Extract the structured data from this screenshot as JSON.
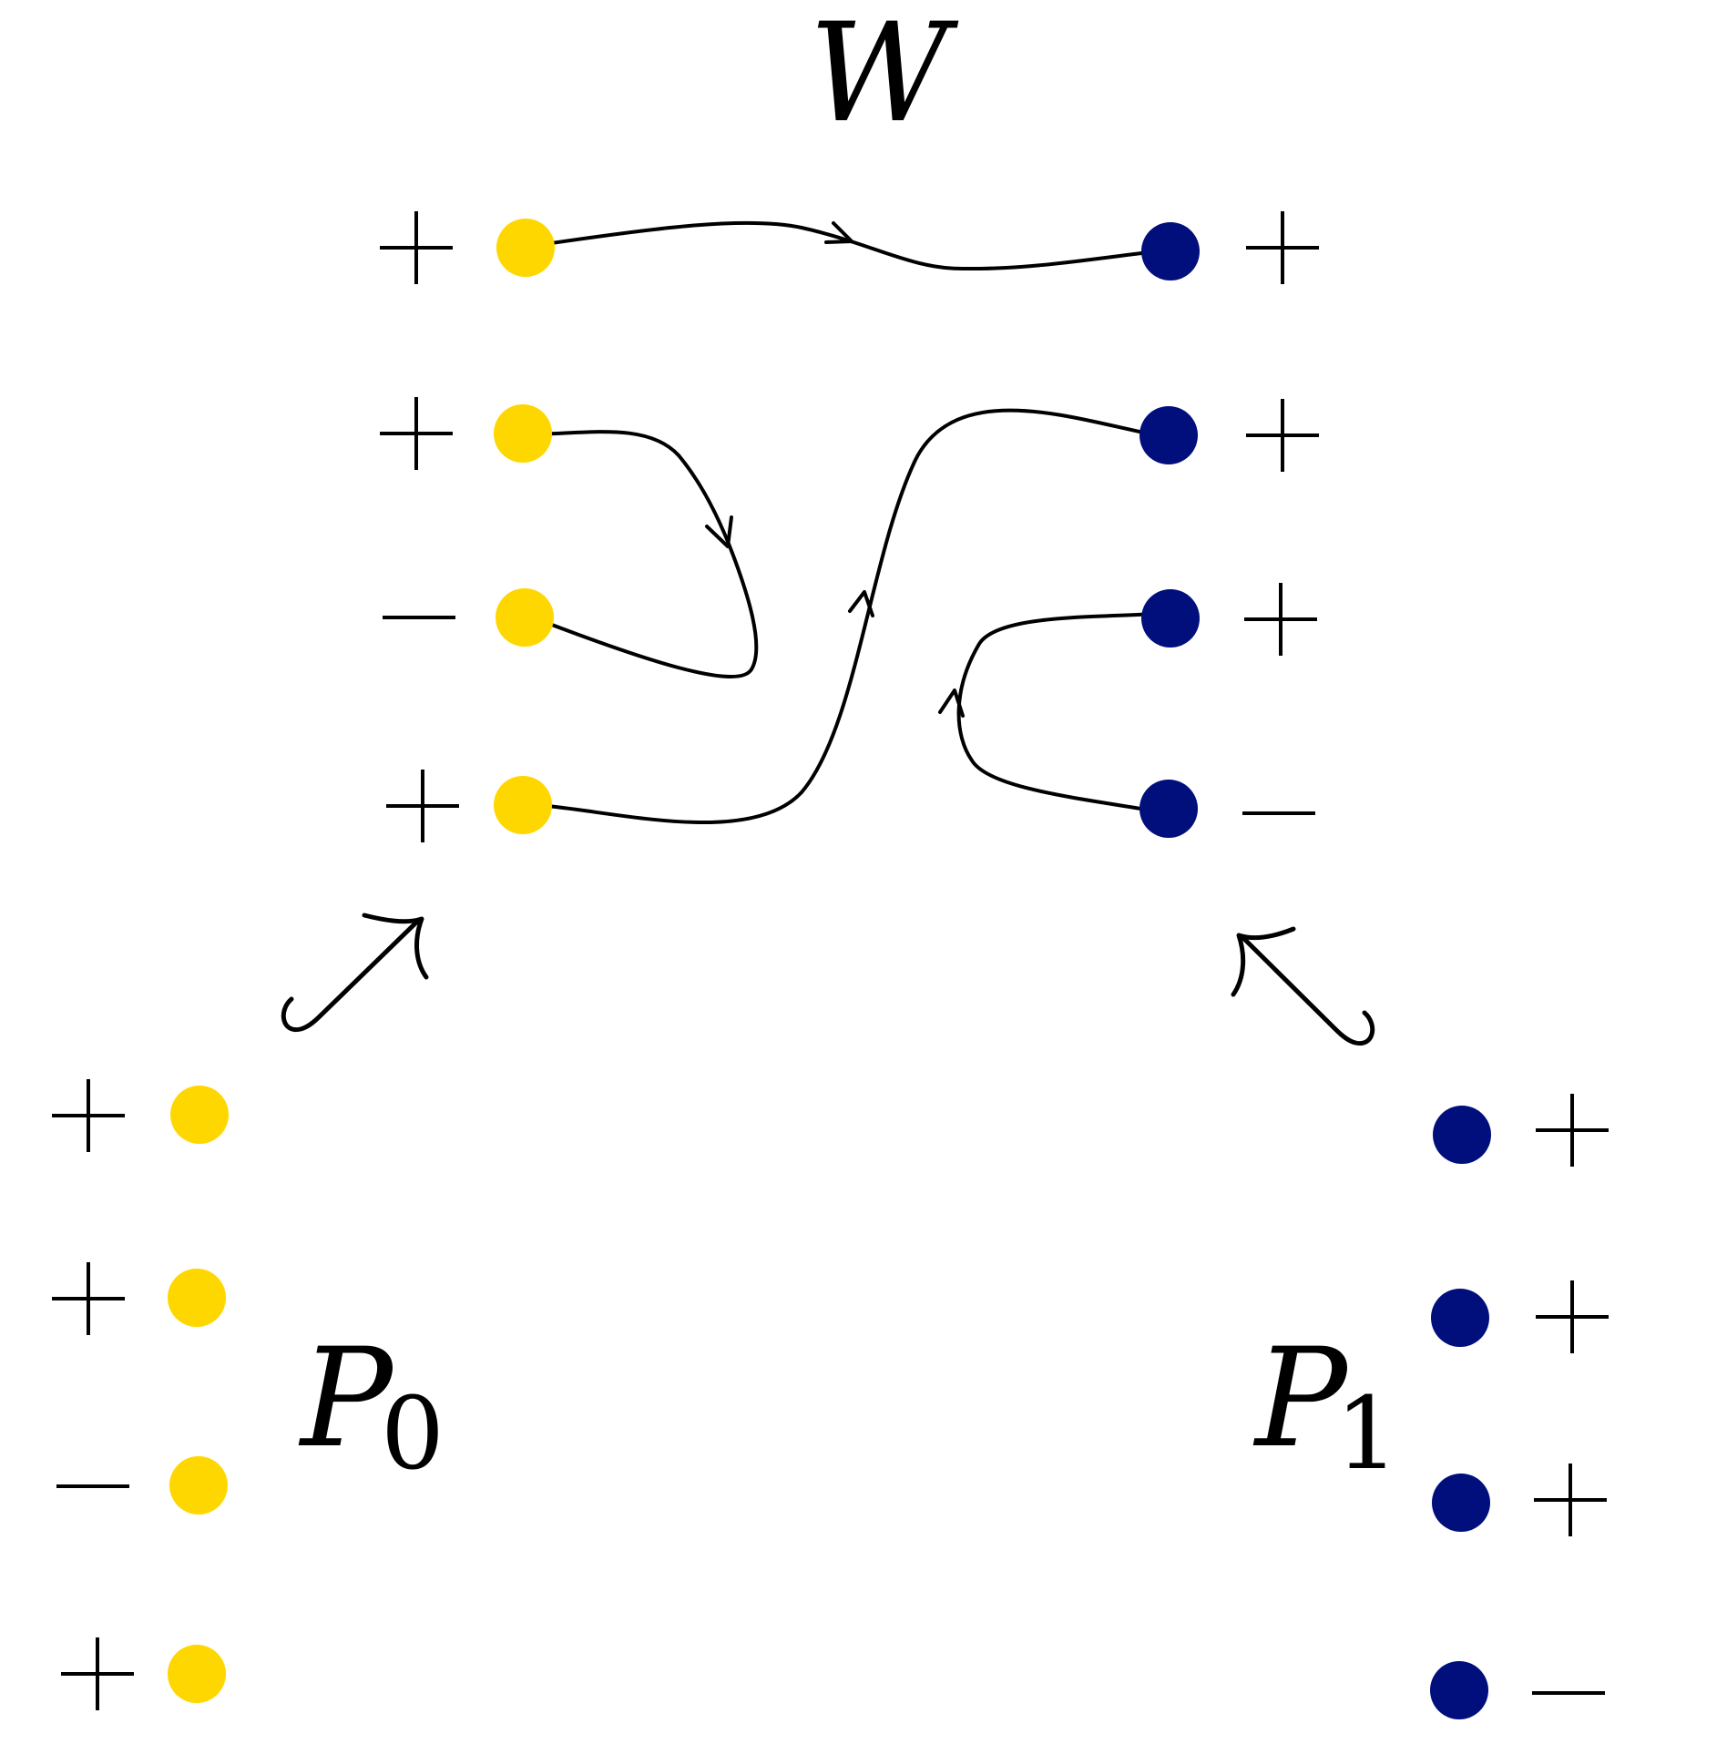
{
  "labels": {
    "w": "W",
    "p0_letter": "P",
    "p0_sub": "0",
    "p1_letter": "P",
    "p1_sub": "1"
  },
  "colors": {
    "yellow": "#FFD700",
    "navy": "#000F7C",
    "line": "#000000"
  },
  "w_left_signs": [
    "+",
    "+",
    "−",
    "+"
  ],
  "w_right_signs": [
    "+",
    "+",
    "+",
    "−"
  ],
  "p0_signs": [
    "+",
    "+",
    "−",
    "+"
  ],
  "p1_signs": [
    "+",
    "+",
    "+",
    "−"
  ],
  "connections": [
    {
      "from": "w-left-1",
      "to": "w-right-1",
      "arrow": "rightward"
    },
    {
      "from": "w-left-2",
      "to": "w-left-3",
      "arrow": "downward"
    },
    {
      "from": "w-left-4",
      "to": "w-right-2",
      "arrow": "upward"
    },
    {
      "from": "w-right-4",
      "to": "w-right-3",
      "arrow": "upward"
    }
  ]
}
